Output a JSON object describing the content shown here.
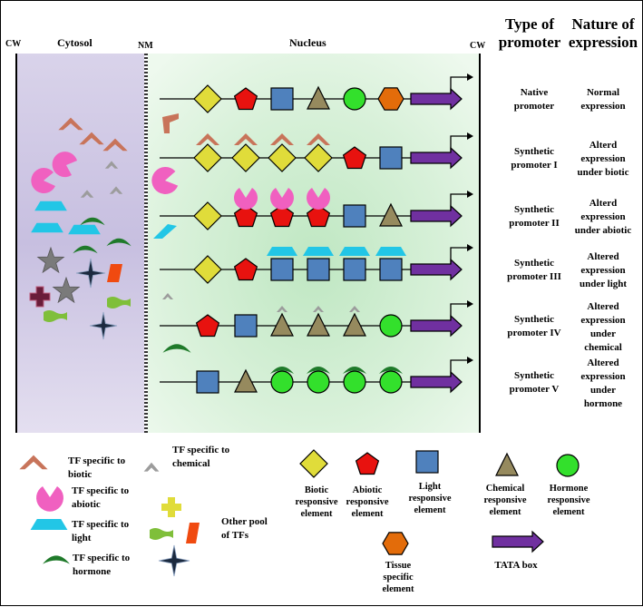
{
  "labels": {
    "cw_left": "CW",
    "cytosol": "Cytosol",
    "nm": "NM",
    "nucleus": "Nucleus",
    "cw_right": "CW",
    "col_type": [
      "Type of",
      "promoter"
    ],
    "col_nature": [
      "Nature of",
      "expression"
    ]
  },
  "rows": [
    {
      "type": [
        "Native",
        "promoter"
      ],
      "nature": [
        "Normal",
        "expression"
      ],
      "elements": [
        "biotic",
        "abiotic",
        "light",
        "chemical",
        "hormone",
        "tissue",
        "tata"
      ],
      "tfs": []
    },
    {
      "type": [
        "Synthetic",
        "promoter I"
      ],
      "nature": [
        "Alterd",
        "expression",
        "under biotic"
      ],
      "elements": [
        "biotic",
        "biotic",
        "biotic",
        "biotic",
        "abiotic",
        "light",
        "tata"
      ],
      "tfs": [
        "tf-biotic",
        "tf-biotic",
        "tf-biotic",
        "tf-biotic"
      ]
    },
    {
      "type": [
        "Synthetic",
        "promoter II"
      ],
      "nature": [
        "Alterd",
        "expression",
        "under abiotic"
      ],
      "elements": [
        "biotic",
        "abiotic",
        "abiotic",
        "abiotic",
        "light",
        "chemical",
        "tata"
      ],
      "tfs": [
        "",
        "tf-abiotic",
        "tf-abiotic",
        "tf-abiotic"
      ]
    },
    {
      "type": [
        "Synthetic",
        "promoter III"
      ],
      "nature": [
        "Altered",
        "expression",
        "under light"
      ],
      "elements": [
        "biotic",
        "abiotic",
        "light",
        "light",
        "light",
        "light",
        "tata"
      ],
      "tfs": [
        "",
        "",
        "tf-light",
        "tf-light",
        "tf-light",
        "tf-light"
      ]
    },
    {
      "type": [
        "Synthetic",
        "promoter IV"
      ],
      "nature": [
        "Altered",
        "expression",
        "under",
        "chemical"
      ],
      "elements": [
        "abiotic",
        "light",
        "chemical",
        "chemical",
        "chemical",
        "hormone",
        "tata"
      ],
      "tfs": [
        "",
        "",
        "tf-chemical",
        "tf-chemical",
        "tf-chemical"
      ]
    },
    {
      "type": [
        "Synthetic",
        "promoter V"
      ],
      "nature": [
        "Altered",
        "expression",
        "under",
        "hormone"
      ],
      "elements": [
        "light",
        "chemical",
        "hormone",
        "hormone",
        "hormone",
        "hormone",
        "tata"
      ],
      "tfs": [
        "",
        "",
        "tf-hormone",
        "tf-hormone",
        "tf-hormone",
        "tf-hormone"
      ]
    }
  ],
  "legend": {
    "tf_biotic": [
      "TF specific to",
      "biotic"
    ],
    "tf_chemical": [
      "TF specific to",
      "chemical"
    ],
    "tf_abiotic": [
      "TF specific to",
      "abiotic"
    ],
    "tf_light": [
      "TF specific to",
      "light"
    ],
    "tf_hormone": [
      "TF specific to",
      "hormone"
    ],
    "other_pool": [
      "Other pool",
      "of TFs"
    ],
    "biotic_el": [
      "Biotic",
      "responsive",
      "element"
    ],
    "abiotic_el": [
      "Abiotic",
      "responsive",
      "element"
    ],
    "light_el": [
      "Light",
      "responsive",
      "element"
    ],
    "chemical_el": [
      "Chemical",
      "responsive",
      "element"
    ],
    "hormone_el": [
      "Hormone",
      "responsive",
      "element"
    ],
    "tissue_el": [
      "Tissue",
      "specific",
      "element"
    ],
    "tata": "TATA box"
  },
  "colors": {
    "biotic": "#e0dc3a",
    "abiotic": "#e8120f",
    "light": "#4f81bd",
    "chemical": "#968a5e",
    "hormone": "#33e02c",
    "tissue": "#e36c0a",
    "tata": "#7030a0",
    "tf_biotic": "#c8745a",
    "tf_abiotic": "#f060c0",
    "tf_light": "#22c6e6",
    "tf_chemical": "#9c9c9c",
    "tf_hormone": "#1f7a2a"
  }
}
